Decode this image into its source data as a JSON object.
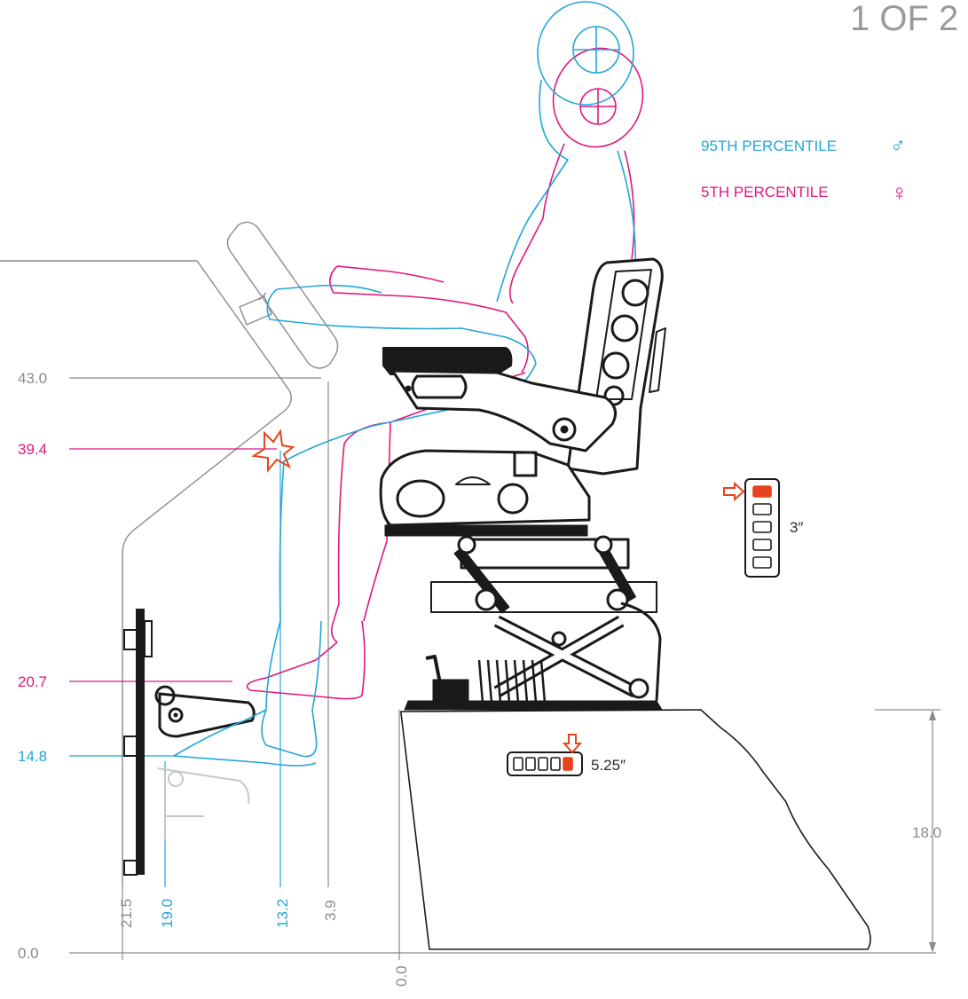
{
  "page_indicator": "1 OF 2",
  "legend": {
    "male": {
      "label": "95TH PERCENTILE",
      "symbol": "♂",
      "color": "#23a5d8"
    },
    "female": {
      "label": "5TH PERCENTILE",
      "symbol": "♀",
      "color": "#e0177d"
    }
  },
  "colors": {
    "dimension_gray": "#8a8a8a",
    "accent_orange": "#e8431d",
    "seat_black": "#1a1a1a"
  },
  "vertical_dims": {
    "d43": "43.0",
    "d394": "39.4",
    "d207": "20.7",
    "d148": "14.8",
    "d00": "0.0",
    "d180": "18.0"
  },
  "horizontal_dims": {
    "h215": "21.5",
    "h190": "19.0",
    "h132": "13.2",
    "h39": "3.9",
    "h00": "0.0"
  },
  "adjusters": {
    "backrest_setting": "3″",
    "slide_setting": "5.25″",
    "backrest_positions": 5,
    "backrest_selected": 1,
    "slide_positions": 5,
    "slide_selected": 5
  }
}
